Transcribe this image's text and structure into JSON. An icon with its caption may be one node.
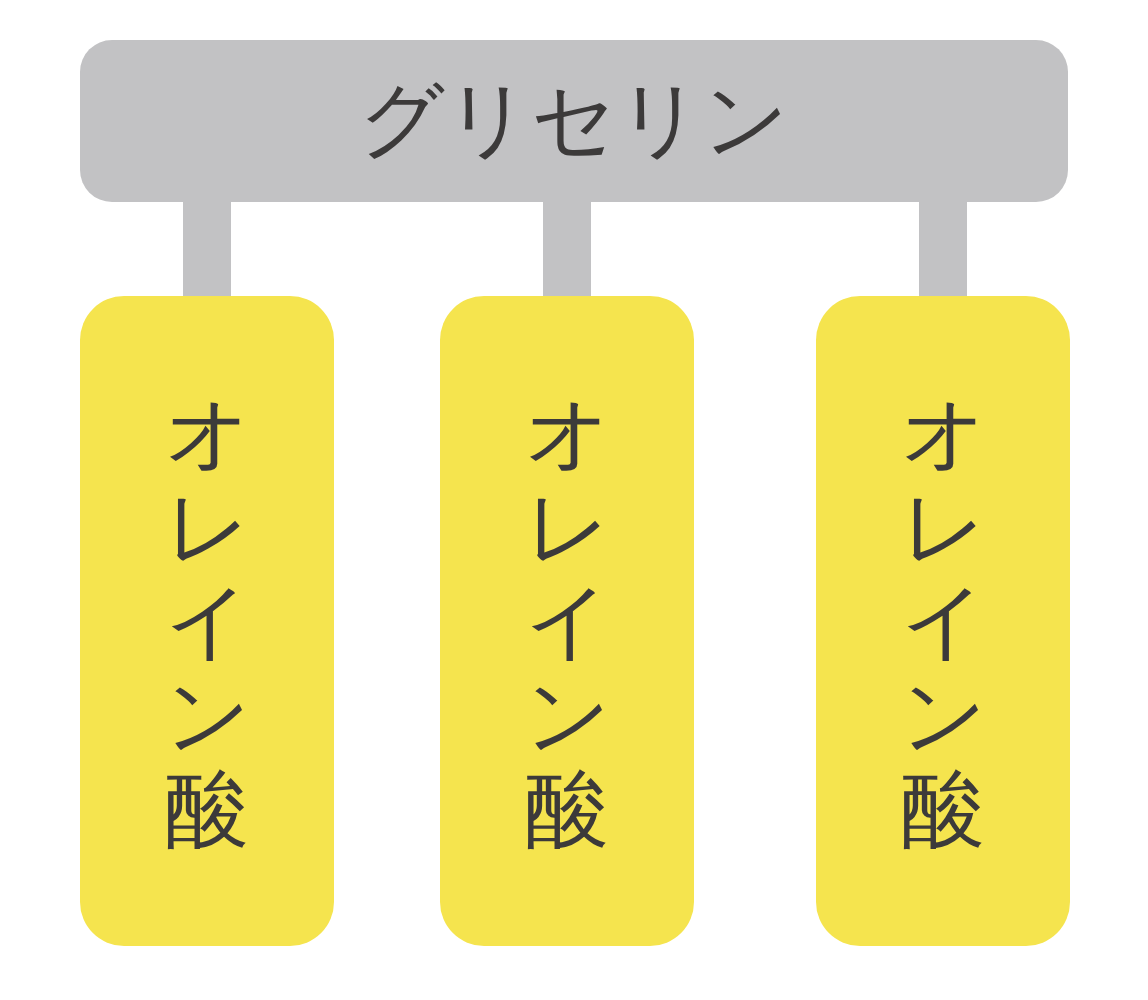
{
  "diagram": {
    "nodes": [
      {
        "text": [
          "グリセリン"
        ]
      },
      {
        "text": [
          "オレイン酸"
        ]
      },
      {
        "text": [
          "オレイン酸"
        ]
      },
      {
        "text": [
          "オレイン酸"
        ]
      }
    ],
    "edges": [
      {
        "from": 0,
        "to": 1,
        "arrow": "none"
      },
      {
        "from": 0,
        "to": 2,
        "arrow": "none"
      },
      {
        "from": 0,
        "to": 3,
        "arrow": "none"
      }
    ]
  }
}
